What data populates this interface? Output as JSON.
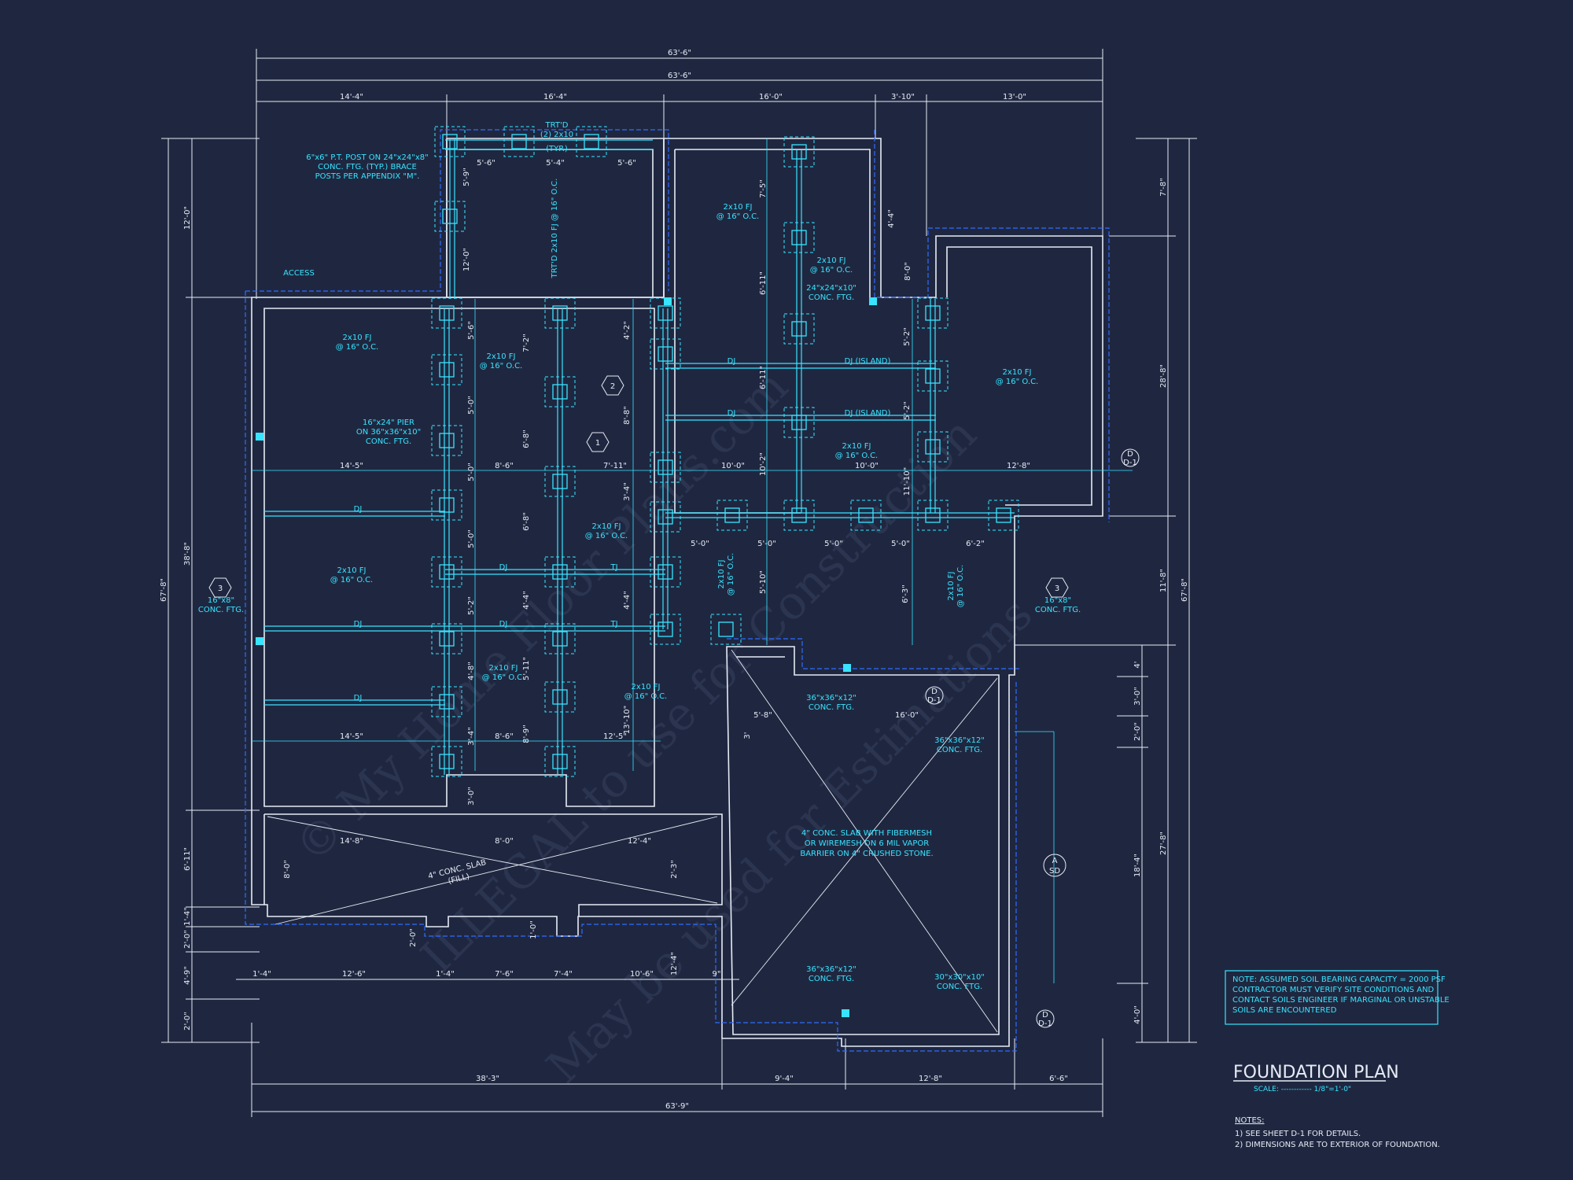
{
  "plan": {
    "title": "FOUNDATION PLAN",
    "scale": "SCALE: ------------ 1/8\"=1'-0\""
  },
  "note_box": {
    "lines": [
      "NOTE: ASSUMED SOIL BEARING CAPACITY = 2000 PSF",
      "CONTRACTOR MUST VERIFY SITE CONDITIONS AND",
      "CONTACT SOILS ENGINEER IF MARGINAL OR UNSTABLE",
      "SOILS ARE ENCOUNTERED"
    ]
  },
  "notes": {
    "heading": "NOTES:",
    "items": [
      "1) SEE SHEET D-1 FOR DETAILS.",
      "2) DIMENSIONS ARE TO EXTERIOR OF FOUNDATION."
    ]
  },
  "watermark": {
    "lines": [
      "© My Home Floor Plans.com",
      "ILLEGAL to use for Construction",
      "May be used for Estimations"
    ]
  },
  "dims": {
    "top_overall": "63'-6\"",
    "top_segments": [
      "14'-4\"",
      "16'-4\"",
      "16'-0\"",
      "3'-10\"",
      "13'-0\""
    ],
    "bottom_segments": [
      "38'-3\"",
      "9'-4\"",
      "12'-8\"",
      "6'-6\""
    ],
    "bottom_overall": "63'-9\"",
    "left_overall": "67'-8\"",
    "left_segments": [
      "12'-0\"",
      "38'-8\"",
      "6'-11\"",
      "1'-4\"",
      "2'-0\"",
      "4'-9\"",
      "2'-0\""
    ],
    "right_overall": "67'-8\"",
    "right_segments": [
      "7'-8\"",
      "28'-8\"",
      "11'-8\"",
      "27'-8\""
    ],
    "right_inner": [
      "4'",
      "3'-0\"",
      "2'-0\"",
      "18'-4\"",
      "4'-0\""
    ],
    "porch_row": [
      "1'-4\"",
      "12'-6\"",
      "1'-4\"",
      "7'-6\"",
      "7'-4\"",
      "10'-6\"",
      "9\""
    ],
    "interior": {
      "row_a": [
        "14'-5\"",
        "8'-6\"",
        "7'-11\"",
        "10'-0\"",
        "10'-0\"",
        "12'-8\""
      ],
      "row_b": [
        "5'-6\"",
        "5'-4\"",
        "5'-6\""
      ],
      "row_c": [
        "5'-0\"",
        "5'-0\"",
        "5'-0\"",
        "5'-0\"",
        "6'-2\""
      ],
      "row_d": [
        "14'-5\"",
        "8'-6\"",
        "12'-5\""
      ],
      "row_e": [
        "5'-8\"",
        "16'-0\""
      ],
      "row_f": [
        "14'-8\"",
        "8'-0\"",
        "12'-4\""
      ],
      "vertical": [
        "5'-6\"",
        "5'-0\"",
        "5'-0\"",
        "5'-0\"",
        "5'-2\"",
        "4'-8\"",
        "3'-4\"",
        "3'-0\"",
        "7'-2\"",
        "6'-8\"",
        "6'-8\"",
        "4'-4\"",
        "5'-11\"",
        "8'-9\"",
        "4'-2\"",
        "8'-8\"",
        "3'-4\"",
        "4'-4\"",
        "13'-10\"",
        "7'-5\"",
        "6'-11\"",
        "6'-11\"",
        "10'-2\"",
        "5'-10\"",
        "5'-2\"",
        "5'-2\"",
        "11'-10\"",
        "6'-3\"",
        "5'-9\"",
        "12'-0\"",
        "4'-4\"",
        "8'-0\"",
        "8'-0\"",
        "2'-3\"",
        "2'-0\"",
        "1'-0\"",
        "12'-4\"",
        "3'"
      ]
    }
  },
  "labels": {
    "post_note": [
      "6\"x6\" P.T. POST ON 24\"x24\"x8\"",
      "CONC. FTG. (TYP.) BRACE",
      "POSTS PER APPENDIX \"M\"."
    ],
    "trtd": [
      "TRT'D",
      "(2) 2x10",
      "(TYP.)"
    ],
    "trtd_vertical": "TRT'D 2x10 FJ @ 16\" O.C.",
    "fj_label": [
      "2x10 FJ",
      "@ 16\" O.C."
    ],
    "access": "ACCESS",
    "dj": "DJ",
    "dj_island": "DJ (ISLAND)",
    "tj": "TJ",
    "pier": [
      "16\"x24\" PIER",
      "ON 36\"x36\"x10\"",
      "CONC. FTG."
    ],
    "ftg_24": [
      "24\"x24\"x10\"",
      "CONC. FTG."
    ],
    "ftg_36": [
      "36\"x36\"x12\"",
      "CONC. FTG."
    ],
    "ftg_30": [
      "30\"x30\"x10\"",
      "CONC. FTG."
    ],
    "conc_ftg_16": [
      "16\"x8\"",
      "CONC. FTG."
    ],
    "slab_note": [
      "4\" CONC. SLAB WITH FIBERMESH",
      "OR WIREMESH ON 6 MIL VAPOR",
      "BARRIER ON 4\" CRUSHED STONE."
    ],
    "porch_slab": [
      "4\" CONC. SLAB",
      "(FILL)"
    ],
    "tags": {
      "t1": "1",
      "t2": "2",
      "t3": "3",
      "sec_a_top": "A",
      "sec_a_bot": "SD",
      "det_d": "D",
      "det_d_sub": "D-1"
    }
  }
}
